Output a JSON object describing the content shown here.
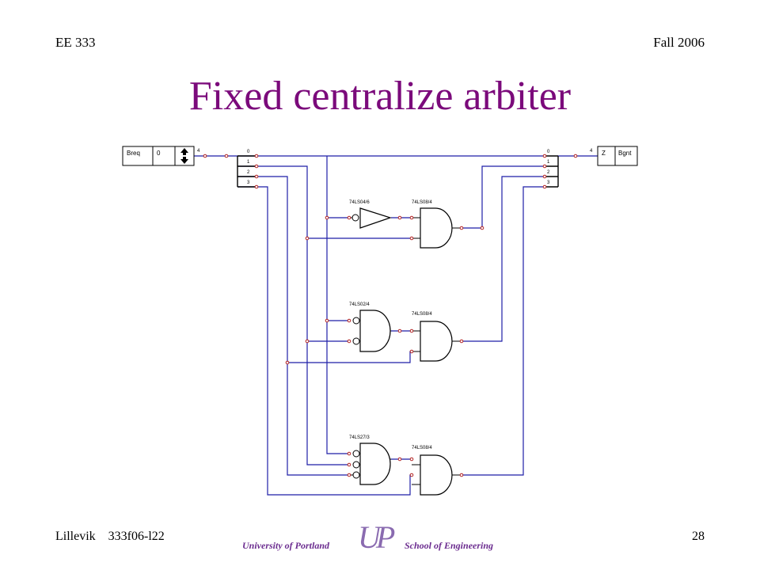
{
  "header": {
    "course": "EE 333",
    "term": "Fall 2006"
  },
  "title": "Fixed centralize arbiter",
  "footer": {
    "author": "Lillevik",
    "doc_id": "333f06-l22",
    "page": "28",
    "logo_university": "University of Portland",
    "logo_monogram": "UP",
    "logo_school": "School of Engineering"
  },
  "diagram": {
    "input_label": "Breq",
    "input_value": "0",
    "output_label": "Bgnt",
    "output_value": "Z",
    "bus_width_in": "4",
    "bus_width_out": "4",
    "bit_labels": [
      "0",
      "1",
      "2",
      "3"
    ],
    "gate_labels": {
      "inv": "74LS04/6",
      "and1": "74LS08/4",
      "nor2": "74LS02/4",
      "and2": "74LS08/4",
      "nor3": "74LS27/3",
      "and3": "74LS08/4"
    },
    "colors": {
      "wire": "#1f1fa8",
      "pin": "#b22222",
      "gate": "#000000"
    }
  }
}
